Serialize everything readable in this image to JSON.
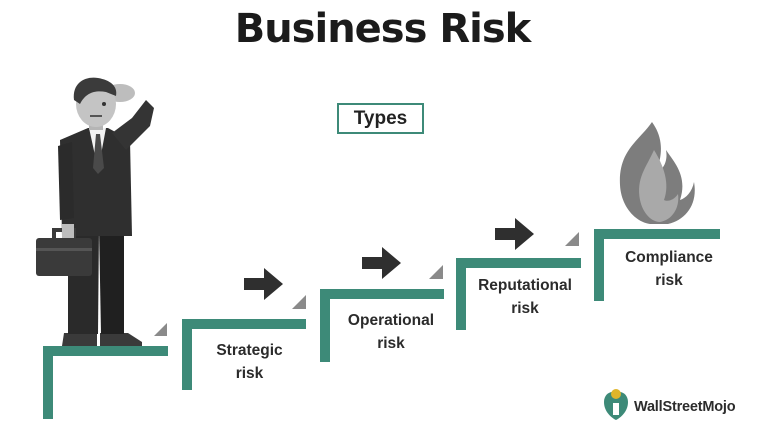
{
  "title": "Business Risk",
  "types_label": "Types",
  "steps": [
    {
      "line1": "Strategic",
      "line2": "risk"
    },
    {
      "line1": "Operational",
      "line2": "risk"
    },
    {
      "line1": "Reputational",
      "line2": "risk"
    },
    {
      "line1": "Compliance",
      "line2": "risk"
    }
  ],
  "brand": "WallStreetMojo",
  "colors": {
    "step": "#3d8a78",
    "arrow": "#2f2f2f",
    "triangle": "#8a8a8a",
    "flame": "#7d7d7d"
  }
}
